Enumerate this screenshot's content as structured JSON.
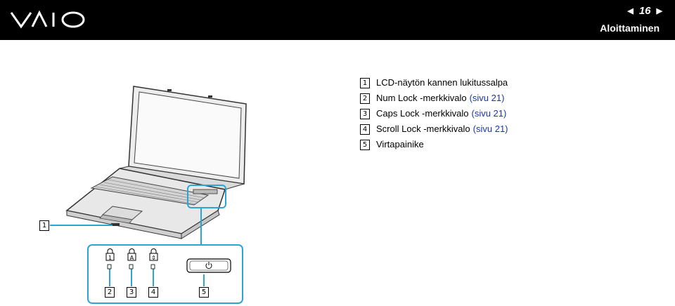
{
  "header": {
    "logo_text": "VAIO",
    "page_number": "16",
    "section_title": "Aloittaminen",
    "prev_icon": "arrow-left-icon",
    "next_icon": "arrow-right-icon"
  },
  "legend": [
    {
      "num": "1",
      "text": "LCD-näytön kannen lukitussalpa",
      "ref": ""
    },
    {
      "num": "2",
      "text": "Num Lock -merkkivalo",
      "ref": "(sivu 21)"
    },
    {
      "num": "3",
      "text": "Caps Lock -merkkivalo",
      "ref": "(sivu 21)"
    },
    {
      "num": "4",
      "text": "Scroll Lock -merkkivalo",
      "ref": "(sivu 21)"
    },
    {
      "num": "5",
      "text": "Virtapainike",
      "ref": ""
    }
  ],
  "callouts": [
    "1",
    "2",
    "3",
    "4",
    "5"
  ],
  "indicator_glyphs": [
    "1",
    "A",
    "⇕"
  ],
  "colors": {
    "header_bg": "#000000",
    "callout_line": "#29a6d6",
    "link": "#1a37a8"
  }
}
